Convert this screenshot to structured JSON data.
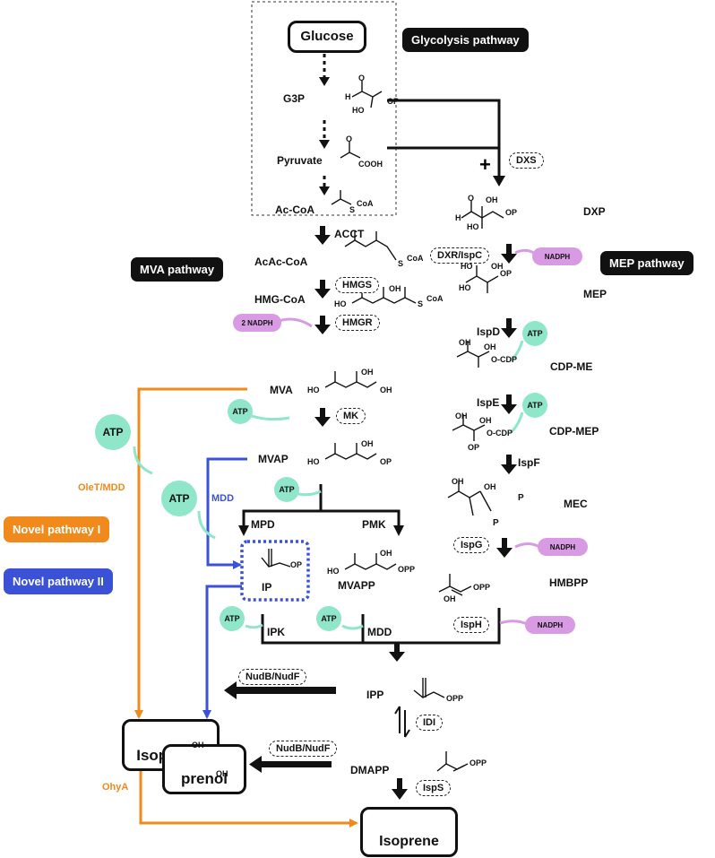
{
  "pathways": {
    "glycolysis": "Glycolysis pathway",
    "mva": "MVA pathway",
    "mep": "MEP pathway",
    "novel1": "Novel  pathway I",
    "novel2": "Novel  pathway II"
  },
  "metabolites": {
    "glucose": "Glucose",
    "g3p": "G3P",
    "pyruvate": "Pyruvate",
    "accoa": "Ac-CoA",
    "acaccoa": "AcAc-CoA",
    "hmgcoa": "HMG-CoA",
    "mva": "MVA",
    "mvap": "MVAP",
    "ip": "IP",
    "mvapp": "MVAPP",
    "ipp": "IPP",
    "dmapp": "DMAPP",
    "dxp": "DXP",
    "mep": "MEP",
    "cdpme": "CDP-ME",
    "cdpmep": "CDP-MEP",
    "mec": "MEC",
    "hmbpp": "HMBPP",
    "isoprenol": "Isoprenol",
    "prenol": "prenol",
    "isoprene": "Isoprene"
  },
  "enzymes": {
    "acct": "ACCT",
    "hmgs": "HMGS",
    "hmgr": "HMGR",
    "mk": "MK",
    "mpd": "MPD",
    "pmk": "PMK",
    "ipk": "IPK",
    "mdd": "MDD",
    "mdd_blue": "MDD",
    "olet": "OleT/MDD",
    "ohya": "OhyA",
    "nud1": "NudB/NudF",
    "nud2": "NudB/NudF",
    "idi": "IDI",
    "isps": "IspS",
    "dxs": "DXS",
    "dxr": "DXR/IspC",
    "ispd": "IspD",
    "ispe": "IspE",
    "ispf": "IspF",
    "ispg": "IspG",
    "isph": "IspH"
  },
  "cofactors": {
    "atp": "ATP",
    "nadph": "NADPH",
    "nadph2": "2 NADPH"
  },
  "struct_text": {
    "op": "OP",
    "opp": "OPP",
    "ocdp": "O-CDP",
    "coa": "CoA",
    "scoa": "S",
    "cooh": "COOH",
    "ho": "HO",
    "oh": "OH",
    "h": "H",
    "o": "O",
    "p": "P"
  },
  "colors": {
    "orange": "#f08a1c",
    "blue": "#3b52d6",
    "green": "#8fe6c9",
    "pink": "#d89be3",
    "black": "#111111"
  }
}
